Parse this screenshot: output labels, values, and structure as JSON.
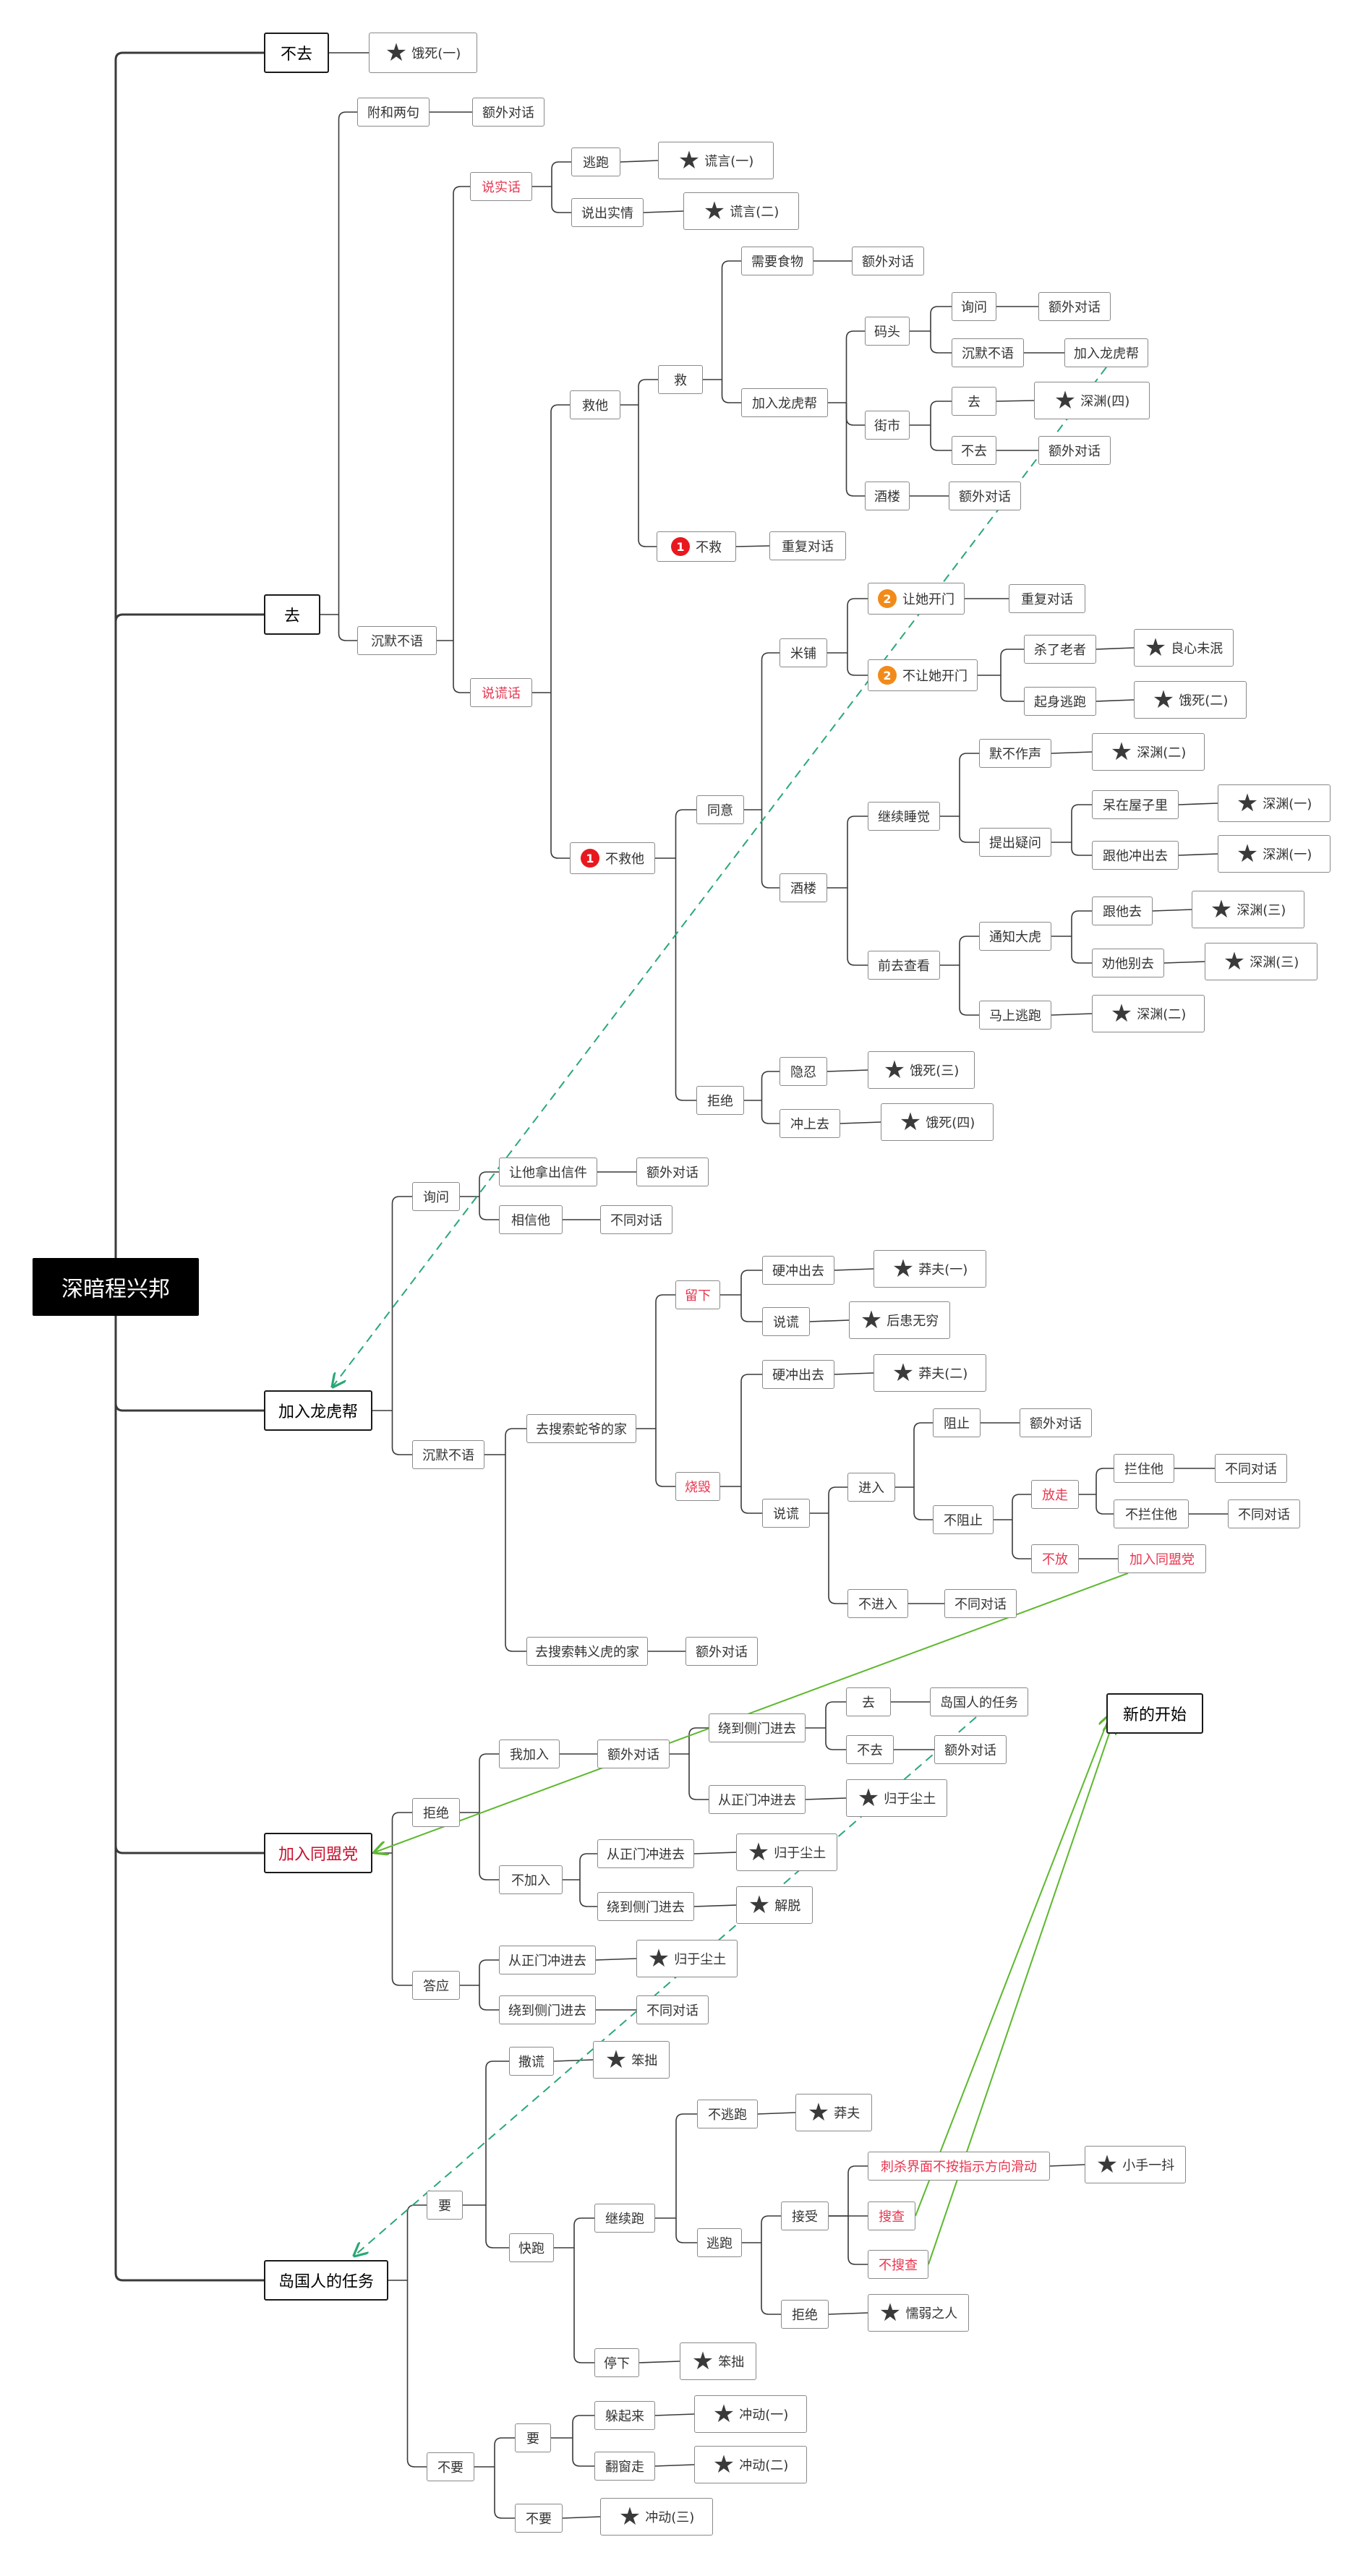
{
  "root": "深暗程兴邦",
  "nodes": {
    "bq": "不去",
    "bq_s": "饿死(一)",
    "q": "去",
    "q_fh": "附和两句",
    "q_fh_e": "额外对话",
    "q_cm": "沉默不语",
    "q_ssh": "说实话",
    "q_ssh_tp": "逃跑",
    "q_ssh_tp_s": "谎言(一)",
    "q_ssh_sc": "说出实情",
    "q_ssh_sc_s": "谎言(二)",
    "q_shh": "说谎话",
    "q_jt": "救他",
    "q_jiu": "救",
    "q_xysw": "需要食物",
    "q_xysw_e": "额外对话",
    "q_jrlhb": "加入龙虎帮",
    "q_mt": "码头",
    "q_mt_xw": "询问",
    "q_mt_xw_e": "额外对话",
    "q_mt_cm": "沉默不语",
    "q_mt_cm_j": "加入龙虎帮",
    "q_js": "街市",
    "q_js_q": "去",
    "q_js_q_s": "深渊(四)",
    "q_js_bq": "不去",
    "q_js_bq_e": "额外对话",
    "q_jl": "酒楼",
    "q_jl_e": "额外对话",
    "q_bj": "不救",
    "q_bj_badge": "1",
    "q_bj_r": "重复对话",
    "q_bjt": "不救他",
    "q_bjt_badge": "1",
    "q_ty": "同意",
    "q_mp": "米铺",
    "q_rtkm": "让她开门",
    "q_rtkm_badge": "2",
    "q_rtkm_r": "重复对话",
    "q_brtkm": "不让她开门",
    "q_brtkm_badge": "2",
    "q_slhz": "杀了老者",
    "q_slhz_s": "良心未泯",
    "q_qstp": "起身逃跑",
    "q_qstp_s": "饿死(二)",
    "q_jl2": "酒楼",
    "q_jxsj": "继续睡觉",
    "q_mbzs": "默不作声",
    "q_mbzs_s": "深渊(二)",
    "q_tcyw": "提出疑问",
    "q_dzwzl": "呆在屋子里",
    "q_dzwzl_s": "深渊(一)",
    "q_gtccq": "跟他冲出去",
    "q_gtccq_s": "深渊(一)",
    "q_qqcx": "前去查看",
    "q_tzdh": "通知大虎",
    "q_gtq": "跟他去",
    "q_gtq_s": "深渊(三)",
    "q_qtbq": "劝他别去",
    "q_qtbq_s": "深渊(三)",
    "q_mstp": "马上逃跑",
    "q_mstp_s": "深渊(二)",
    "q_jj": "拒绝",
    "q_yr": "隐忍",
    "q_yr_s": "饿死(三)",
    "q_csq": "冲上去",
    "q_csq_s": "饿死(四)",
    "lhb": "加入龙虎帮",
    "lhb_xw": "询问",
    "lhb_rtnc": "让他拿出信件",
    "lhb_rtnc_e": "额外对话",
    "lhb_xxt": "相信他",
    "lhb_xxt_e": "不同对话",
    "lhb_cm": "沉默不语",
    "lhb_qssy": "去搜索蛇爷的家",
    "lhb_lx": "留下",
    "lhb_lx_ycq": "硬冲出去",
    "lhb_lx_ycq_s": "莽夫(一)",
    "lhb_lx_sh": "说谎",
    "lhb_lx_sh_s": "后患无穷",
    "lhb_sh": "烧毁",
    "lhb_sh_ycq": "硬冲出去",
    "lhb_sh_ycq_s": "莽夫(二)",
    "lhb_sh_sh": "说谎",
    "lhb_jr": "进入",
    "lhb_zz": "阻止",
    "lhb_zz_e": "额外对话",
    "lhb_bzz": "不阻止",
    "lhb_fz": "放走",
    "lhb_fz_ztt": "拦住他",
    "lhb_fz_ztt_e": "不同对话",
    "lhb_fz_blzt": "不拦住他",
    "lhb_fz_blzt_e": "不同对话",
    "lhb_bf": "不放",
    "lhb_bf_j": "加入同盟党",
    "lhb_bjr": "不进入",
    "lhb_bjr_e": "不同对话",
    "lhb_qshy": "去搜索韩义虎的家",
    "lhb_qshy_e": "额外对话",
    "tmd": "加入同盟党",
    "tmd_jj": "拒绝",
    "tmd_wjr": "我加入",
    "tmd_wjr_e": "额外对话",
    "tmd_rdcm": "绕到侧门进去",
    "tmd_q": "去",
    "tmd_q_t": "岛国人的任务",
    "tmd_bq": "不去",
    "tmd_bq_e": "额外对话",
    "tmd_czm": "从正门冲进去",
    "tmd_czm_s": "归于尘土",
    "tmd_bjr": "不加入",
    "tmd_bjr_czm": "从正门冲进去",
    "tmd_bjr_czm_s": "归于尘土",
    "tmd_bjr_rdcm": "绕到侧门进去",
    "tmd_bjr_rdcm_s": "解脱",
    "tmd_dy": "答应",
    "tmd_dy_czm": "从正门冲进去",
    "tmd_dy_czm_s": "归于尘土",
    "tmd_dy_rdcm": "绕到侧门进去",
    "tmd_dy_rdcm_e": "不同对话",
    "new_start": "新的开始",
    "dgr": "岛国人的任务",
    "dgr_y": "要",
    "dgr_sh": "撒谎",
    "dgr_sh_s": "笨拙",
    "dgr_kp": "快跑",
    "dgr_jxp": "继续跑",
    "dgr_btp": "不逃跑",
    "dgr_btp_s": "莽夫",
    "dgr_tp": "逃跑",
    "dgr_js": "接受",
    "dgr_cs": "刺杀界面不按指示方向滑动",
    "dgr_cs_s": "小手一抖",
    "dgr_sc": "搜查",
    "dgr_bsc": "不搜查",
    "dgr_jj": "拒绝",
    "dgr_jj_s": "懦弱之人",
    "dgr_tx": "停下",
    "dgr_tx_s": "笨拙",
    "dgr_by": "不要",
    "dgr_by_y": "要",
    "dgr_dql": "躲起来",
    "dgr_dql_s": "冲动(一)",
    "dgr_fcz": "翻窗走",
    "dgr_fcz_s": "冲动(二)",
    "dgr_by_by": "不要",
    "dgr_by_by_s": "冲动(三)"
  },
  "colors": {
    "line": "#3a3a3a",
    "dashed_link": "#2aa876",
    "green_link": "#5cb82e",
    "red_text": "#e8364f",
    "badge_red": "#e8181f",
    "badge_orange": "#f28a1a"
  }
}
